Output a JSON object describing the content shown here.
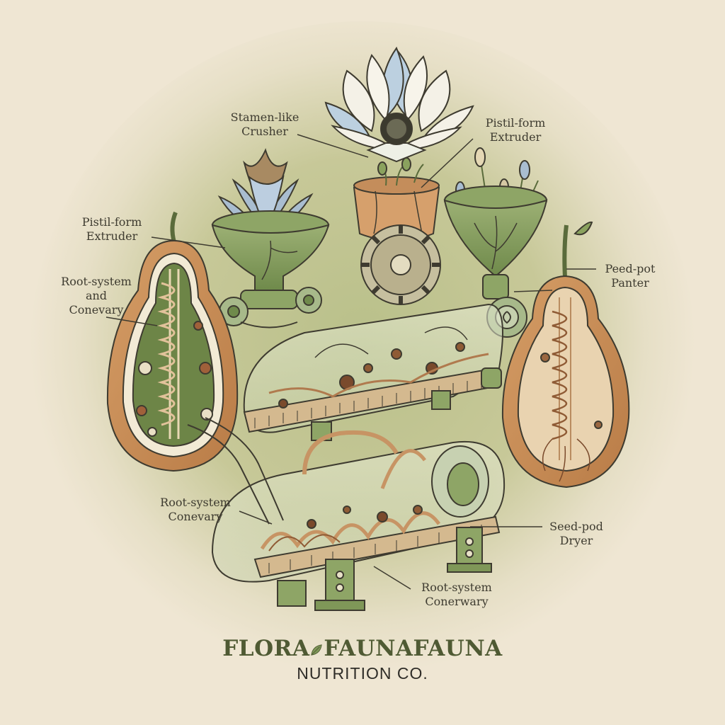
{
  "colors": {
    "paper": "#efe6d3",
    "sage": "#c3c496",
    "machine_green": "#7f9758",
    "gourd_orange": "#c98e5a",
    "ink": "#3e3b30",
    "brand_green": "#4f5a33",
    "petal_blue": "#a9bdd0"
  },
  "labels": {
    "stamen_crusher": "Stamen-like\nCrusher",
    "pistil_extruder_top": "Pistil-form\nExtruder",
    "pistil_extruder_left": "Pistil-form\nExtruder",
    "root_system_left": "Root-system\nand\nConevary",
    "peed_pot": "Peed-pot\nPanter",
    "root_system_mid": "Root-system\nConevary",
    "seed_pod_dryer": "Seed-pod\nDryer",
    "root_system_bottom": "Root-system\nConerwary"
  },
  "brand": {
    "name_left": "FLORA",
    "name_right": "FAUNAFAUNA",
    "subtitle": "NUTRITION CO."
  },
  "icons": [
    "leaf-icon"
  ]
}
